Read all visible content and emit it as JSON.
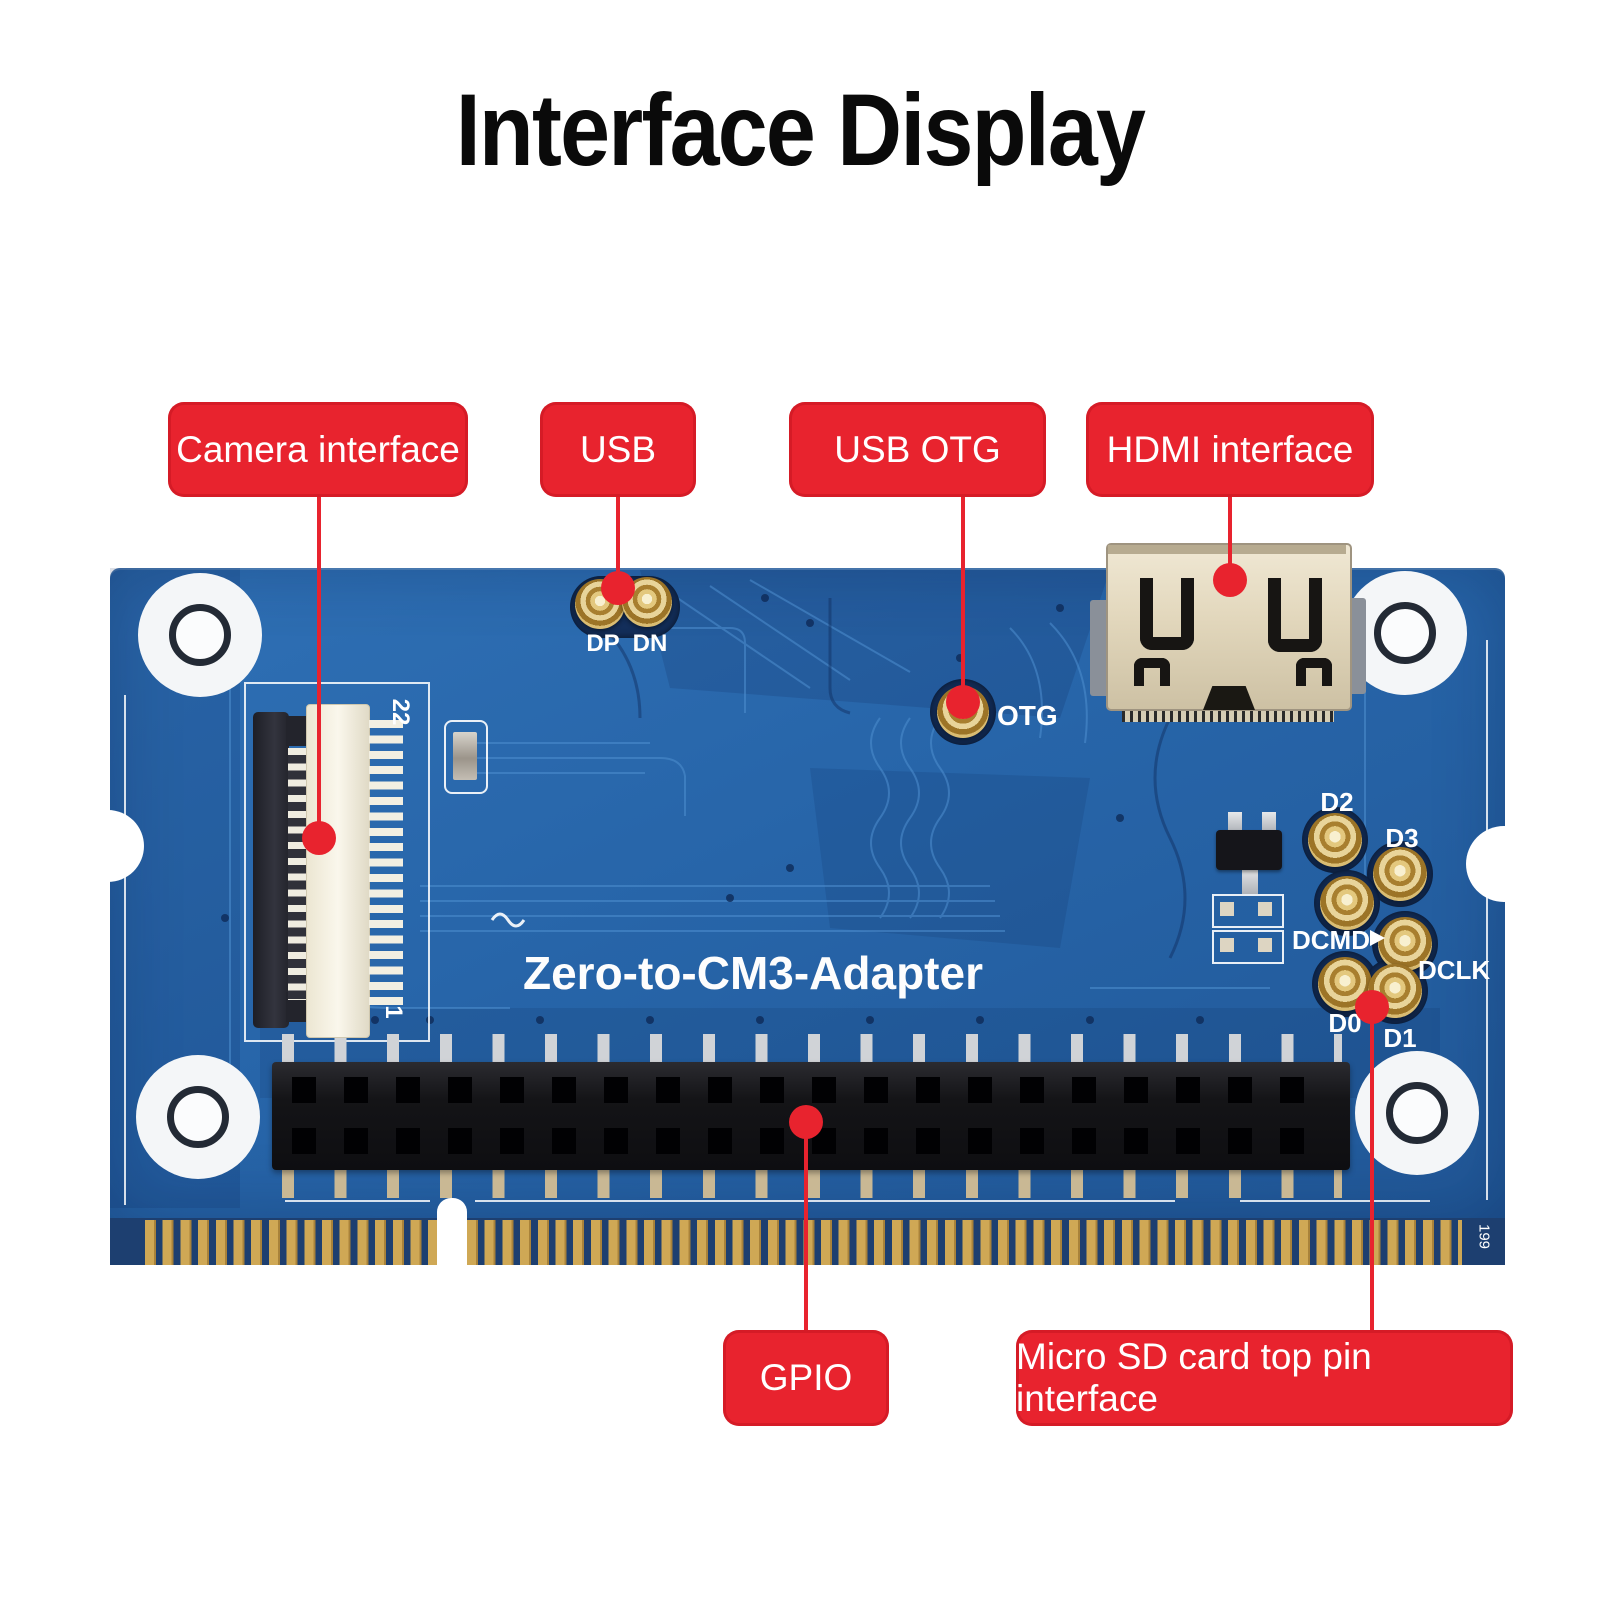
{
  "title": "Interface Display",
  "colors": {
    "callout_red": "#E8232E",
    "board_blue": "#2A69AE",
    "board_blue_dark": "#16356E",
    "trace_blue": "#4E8FD0",
    "gold": "#C9A24E",
    "silkscreen_white": "#FFFFFF",
    "hdmi_metal": "#E2D7BC"
  },
  "callouts": {
    "camera": {
      "label": "Camera interface"
    },
    "usb": {
      "label": "USB"
    },
    "usb_otg": {
      "label": "USB OTG"
    },
    "hdmi": {
      "label": "HDMI interface"
    },
    "gpio": {
      "label": "GPIO"
    },
    "microsd": {
      "label": "Micro SD card top pin interface"
    }
  },
  "board": {
    "name": "Zero-to-CM3-Adapter",
    "silkscreen": {
      "usb_dp": "DP",
      "usb_dn": "DN",
      "otg": "OTG",
      "ffc_pin_22": "22",
      "ffc_pin_1": "1",
      "sd_d2": "D2",
      "sd_d3": "D3",
      "sd_dcmd": "DCMD",
      "sd_dclk": "DCLK",
      "sd_d0": "D0",
      "sd_d1": "D1",
      "edge_code": "199"
    }
  }
}
